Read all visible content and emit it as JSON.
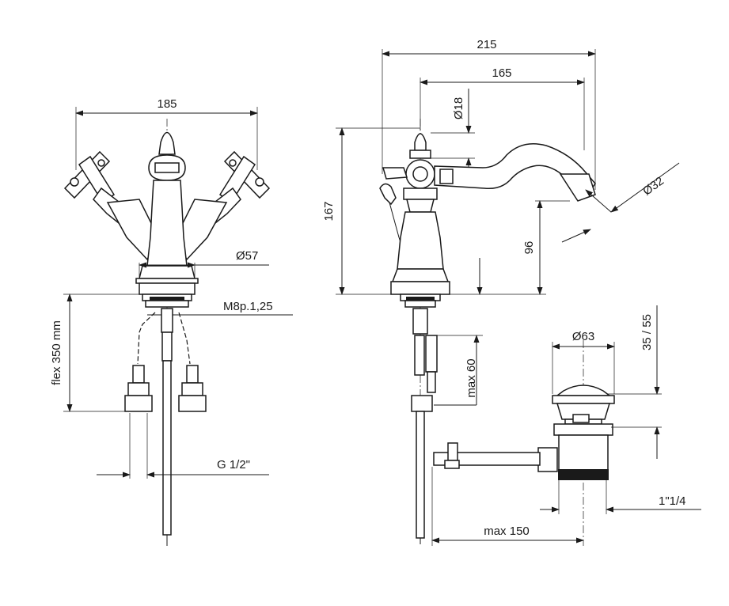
{
  "dimensions": {
    "width_front": "185",
    "base_diameter": "Ø57",
    "thread": "M8p.1,25",
    "flex_hose": "flex 350 mm",
    "connection": "G 1/2\"",
    "overall_length": "215",
    "spout_reach": "165",
    "knob_diameter": "Ø18",
    "outlet_diameter": "Ø32",
    "overall_height": "167",
    "spout_height": "96",
    "waste_diameter": "Ø63",
    "waste_height": "35 / 55",
    "rod_max": "max 60",
    "waste_thread": "1\"1/4",
    "rod_length": "max 150"
  }
}
